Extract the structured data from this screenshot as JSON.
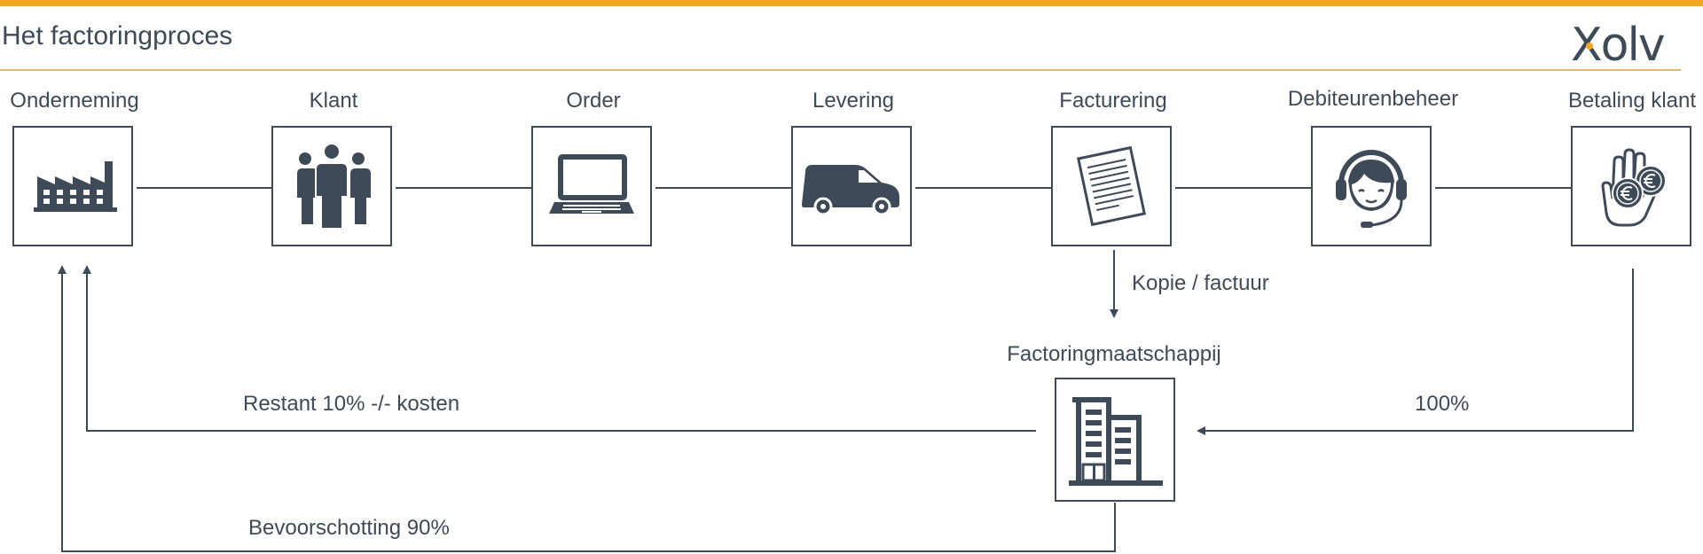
{
  "header": {
    "title": "Het factoringproces",
    "logo_text": "Xolv",
    "accent_color": "#f5a623",
    "line_color": "#3e4a57"
  },
  "steps": [
    {
      "label": "Onderneming",
      "icon": "factory-icon"
    },
    {
      "label": "Klant",
      "icon": "people-icon"
    },
    {
      "label": "Order",
      "icon": "laptop-icon"
    },
    {
      "label": "Levering",
      "icon": "van-icon"
    },
    {
      "label": "Facturering",
      "icon": "invoice-icon"
    },
    {
      "label": "Debiteurenbeheer",
      "icon": "headset-agent-icon"
    },
    {
      "label": "Betaling klant",
      "icon": "hand-coins-icon"
    }
  ],
  "factoring": {
    "label": "Factoringmaatschappij",
    "icon": "office-building-icon"
  },
  "flows": {
    "copy_invoice": "Kopie / factuur",
    "remainder": "Restant 10% -/- kosten",
    "full_payment": "100%",
    "advance": "Bevoorschotting 90%"
  }
}
